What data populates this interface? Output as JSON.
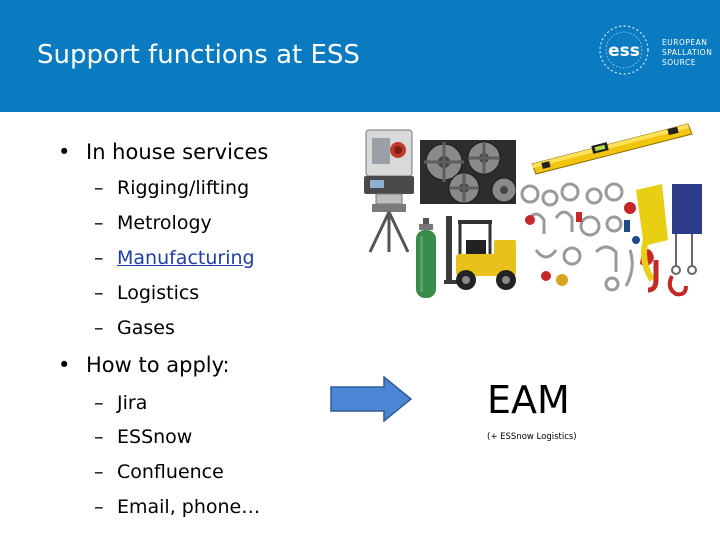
{
  "slide": {
    "title": "Support functions at ESS",
    "logo": {
      "mark": "ess",
      "line1": "EUROPEAN",
      "line2": "SPALLATION",
      "line3": "SOURCE"
    },
    "bullet_glyph": "•",
    "dash_glyph": "–",
    "sections": [
      {
        "heading": "In house services",
        "items": [
          "Rigging/lifting",
          "Metrology",
          "Manufacturing",
          "Logistics",
          "Gases"
        ]
      },
      {
        "heading": "How to apply:",
        "items": [
          "Jira",
          "ESSnow",
          "Confluence",
          "Email, phone…"
        ]
      }
    ],
    "eam": {
      "label": "EAM",
      "sublabel": "(+ ESSnow Logistics)"
    },
    "icons": [
      "theodolite-icon",
      "gears-icon",
      "gas-cylinder-icon",
      "forklift-icon",
      "spirit-level-icon",
      "rigging-hardware-icon",
      "right-arrow-icon"
    ],
    "colors": {
      "header": "#0a7bc1",
      "arrow": "#4a86d4",
      "link": "#1f3ea8"
    }
  }
}
